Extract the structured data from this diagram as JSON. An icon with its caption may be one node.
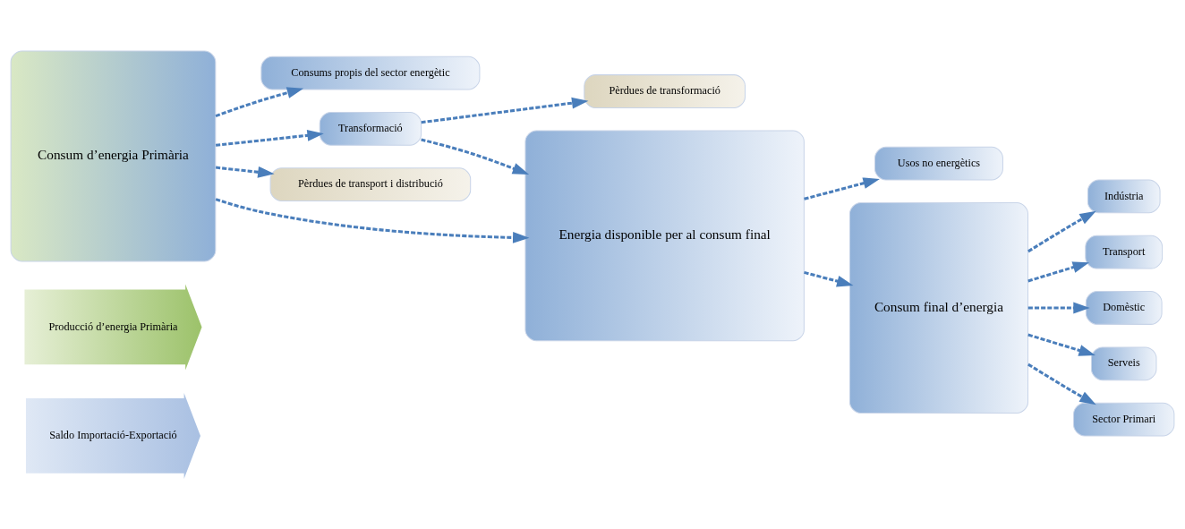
{
  "diagram": {
    "nodes": [
      {
        "text": [
          "Saldo Importació-Exportació"
        ]
      },
      {
        "text": [
          "Producció d’energia Primària"
        ]
      },
      {
        "text": [
          "Consum d’energia Primària"
        ]
      },
      {
        "text": [
          "Consums propis del sector energètic"
        ]
      },
      {
        "text": [
          "Transformació"
        ]
      },
      {
        "text": [
          "Pèrdues de transformació"
        ]
      },
      {
        "text": [
          "Pèrdues de transport i distribució"
        ]
      },
      {
        "text": [
          "Energia disponible per al consum final"
        ]
      },
      {
        "text": [
          "Usos no energètics"
        ]
      },
      {
        "text": [
          "Consum final d’energia"
        ]
      },
      {
        "text": [
          "Indústria"
        ]
      },
      {
        "text": [
          "Transport"
        ]
      },
      {
        "text": [
          "Domèstic"
        ]
      },
      {
        "text": [
          "Serveis"
        ]
      },
      {
        "text": [
          "Sector Primari"
        ]
      }
    ],
    "edges": [
      {
        "from": 2,
        "to": 4,
        "arrow": "to",
        "style": "dashed"
      },
      {
        "from": 2,
        "to": 6,
        "arrow": "to",
        "style": "dashed"
      },
      {
        "from": 4,
        "to": 7,
        "arrow": "to",
        "style": "dashed"
      },
      {
        "from": 2,
        "to": 3,
        "arrow": "to",
        "style": "dashed"
      },
      {
        "from": 2,
        "to": 7,
        "arrow": "to",
        "style": "dashed"
      },
      {
        "from": 4,
        "to": 5,
        "arrow": "to",
        "style": "dashed"
      },
      {
        "from": 7,
        "to": 8,
        "arrow": "to",
        "style": "dashed"
      },
      {
        "from": 7,
        "to": 9,
        "arrow": "to",
        "style": "dashed"
      },
      {
        "from": 9,
        "to": 10,
        "arrow": "to",
        "style": "dashed"
      },
      {
        "from": 9,
        "to": 11,
        "arrow": "to",
        "style": "dashed"
      },
      {
        "from": 9,
        "to": 12,
        "arrow": "to",
        "style": "dashed"
      },
      {
        "from": 9,
        "to": 13,
        "arrow": "to",
        "style": "dashed"
      },
      {
        "from": 9,
        "to": 14,
        "arrow": "to",
        "style": "dashed"
      }
    ]
  }
}
